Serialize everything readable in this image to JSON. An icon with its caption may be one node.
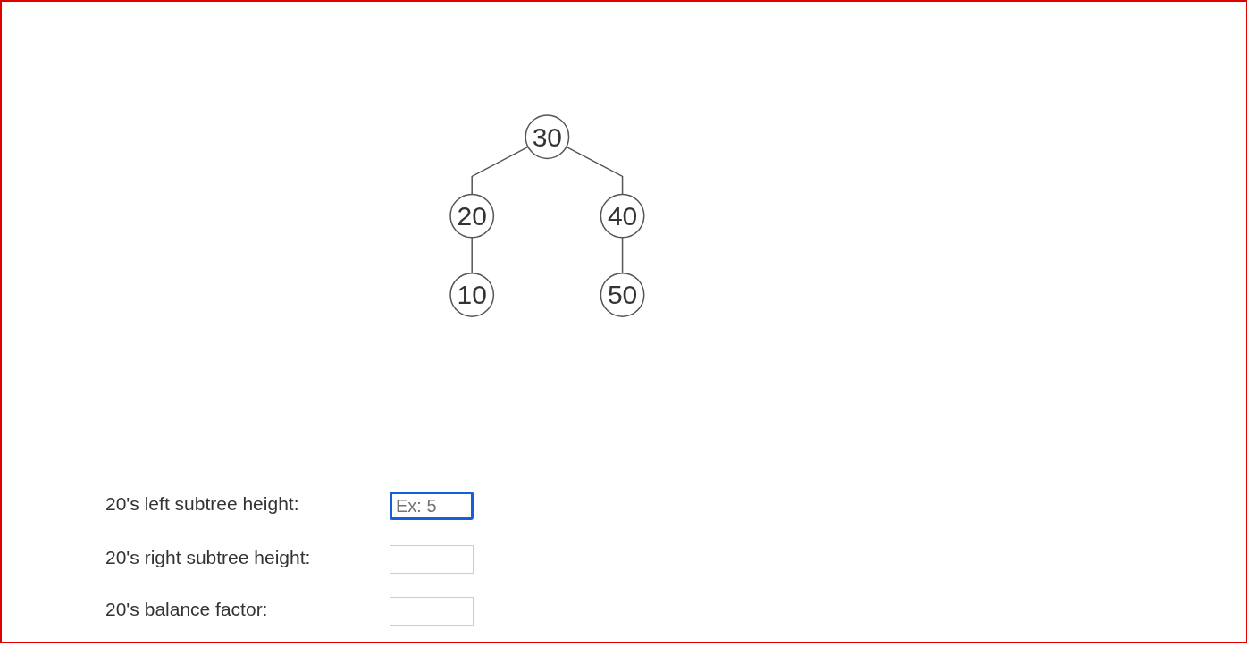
{
  "diagram": {
    "nodes": [
      {
        "text": [
          "30"
        ]
      },
      {
        "text": [
          "20"
        ]
      },
      {
        "text": [
          "40"
        ]
      },
      {
        "text": [
          "10"
        ]
      },
      {
        "text": [
          "50"
        ]
      }
    ],
    "edges": [
      {
        "from": 0,
        "to": 1,
        "arrow": "none"
      },
      {
        "from": 0,
        "to": 2,
        "arrow": "none"
      },
      {
        "from": 1,
        "to": 3,
        "arrow": "none"
      },
      {
        "from": 2,
        "to": 4,
        "arrow": "none"
      }
    ],
    "labels": [
      "20's left subtree height:",
      "Ex: 5",
      "20's right subtree height:",
      "20's balance factor:"
    ]
  }
}
